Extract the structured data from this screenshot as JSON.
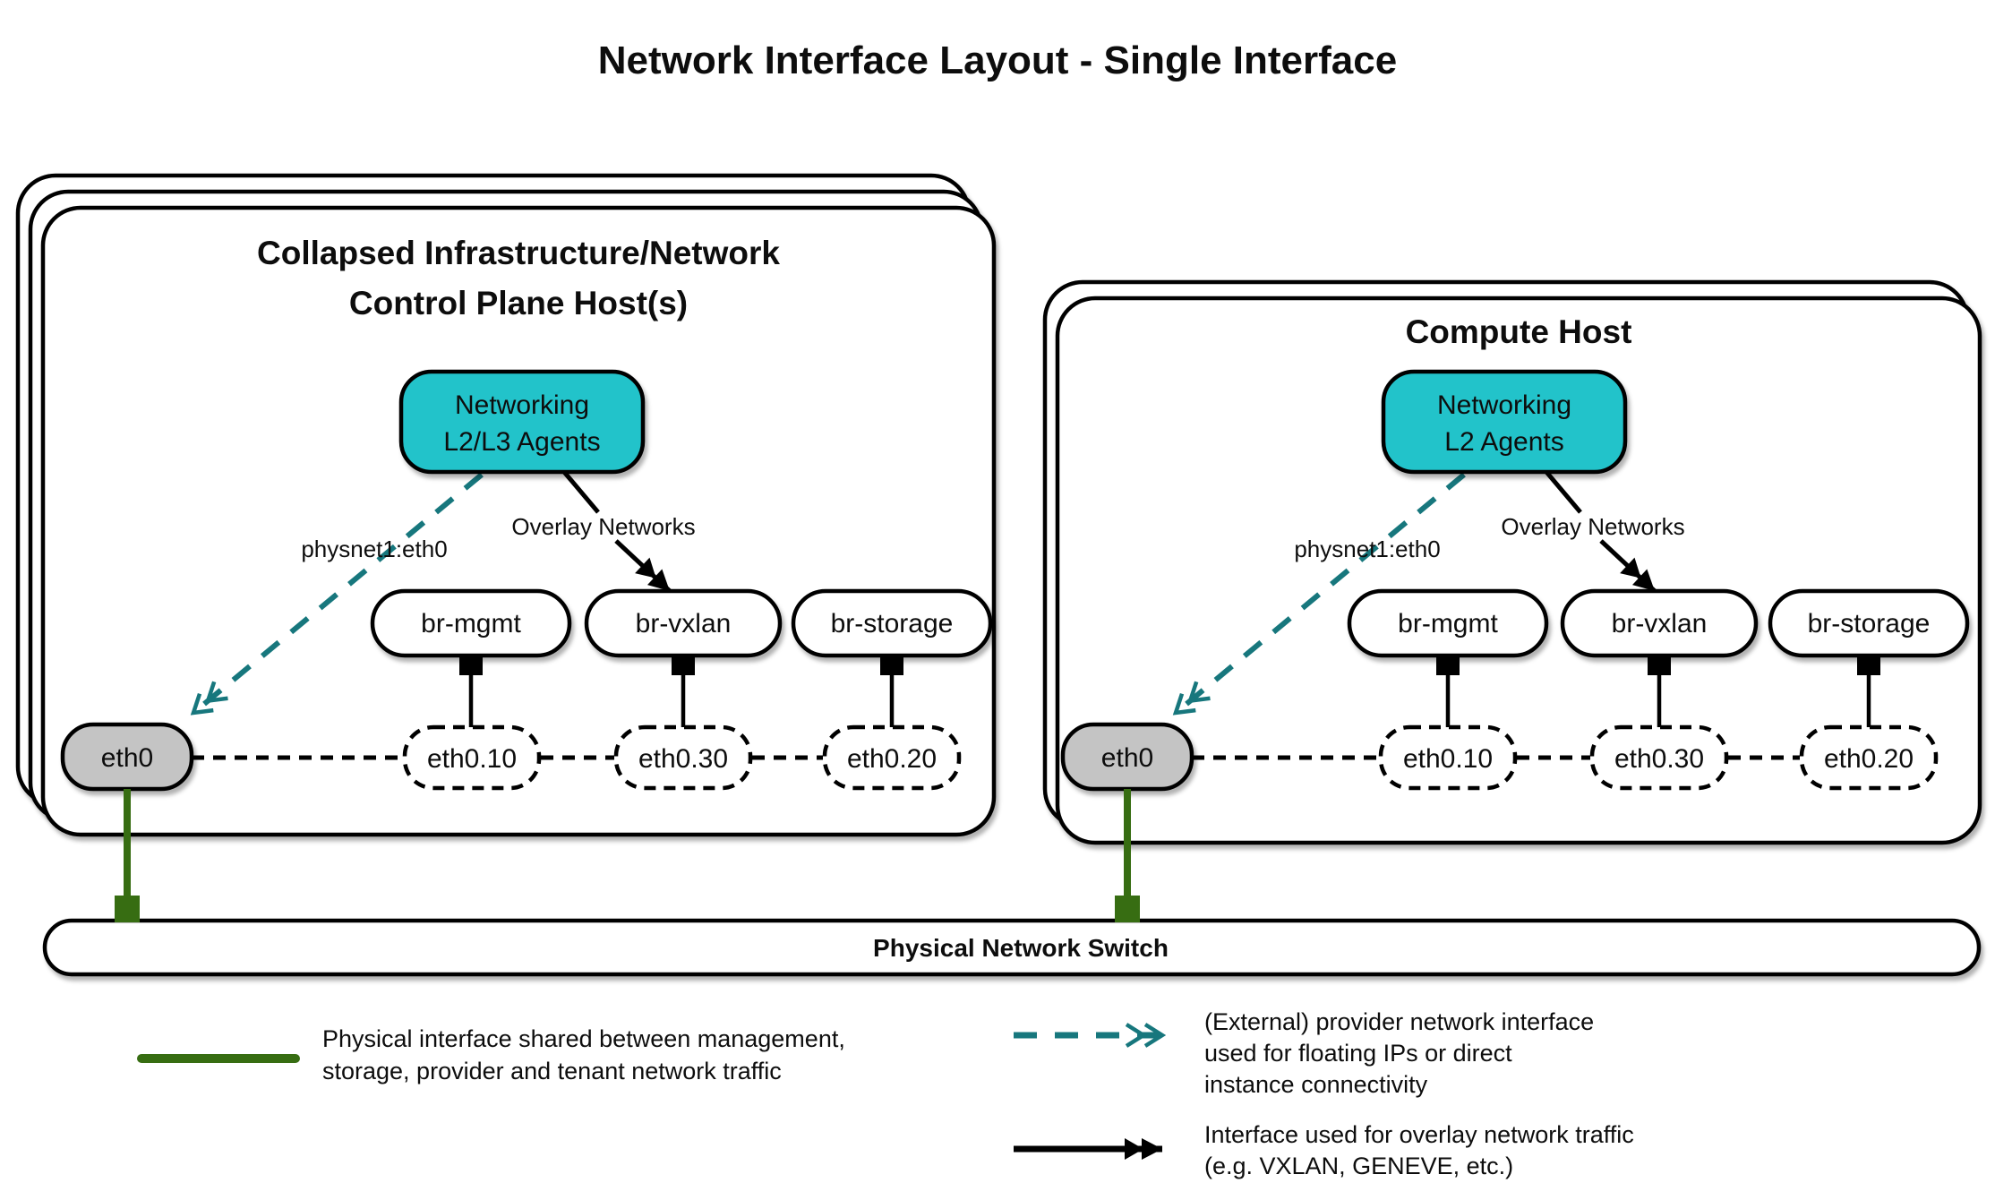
{
  "title": "Network Interface Layout - Single Interface",
  "left_host": {
    "title_line1": "Collapsed Infrastructure/Network",
    "title_line2": "Control Plane Host(s)",
    "agent": {
      "line1": "Networking",
      "line2": "L2/L3 Agents"
    },
    "labels": {
      "provider": "physnet1:eth0",
      "overlay": "Overlay Networks"
    },
    "bridges": [
      "br-mgmt",
      "br-vxlan",
      "br-storage"
    ],
    "interface": "eth0",
    "subinterfaces": [
      "eth0.10",
      "eth0.30",
      "eth0.20"
    ]
  },
  "right_host": {
    "title_line1": "Compute Host",
    "agent": {
      "line1": "Networking",
      "line2": "L2 Agents"
    },
    "labels": {
      "provider": "physnet1:eth0",
      "overlay": "Overlay Networks"
    },
    "bridges": [
      "br-mgmt",
      "br-vxlan",
      "br-storage"
    ],
    "interface": "eth0",
    "subinterfaces": [
      "eth0.10",
      "eth0.30",
      "eth0.20"
    ]
  },
  "switch": {
    "label": "Physical Network Switch"
  },
  "legend": {
    "items": [
      {
        "swatch": "physical-interface-line",
        "lines": [
          "Physical interface shared between management,",
          "storage, provider and tenant network traffic"
        ]
      },
      {
        "swatch": "provider-network-arrow",
        "lines": [
          "(External) provider network interface",
          "used for floating IPs or direct",
          "instance connectivity"
        ]
      },
      {
        "swatch": "overlay-network-arrow",
        "lines": [
          "Interface used for overlay network traffic",
          "(e.g. VXLAN, GENEVE, etc.)"
        ]
      }
    ]
  },
  "colors": {
    "agent_fill_teal": "#24c3ca",
    "provider_arrow_teal": "#17777d",
    "physical_link_green": "#376d12",
    "interface_fill_gray": "#c4c4c4",
    "line_black": "#000000"
  }
}
